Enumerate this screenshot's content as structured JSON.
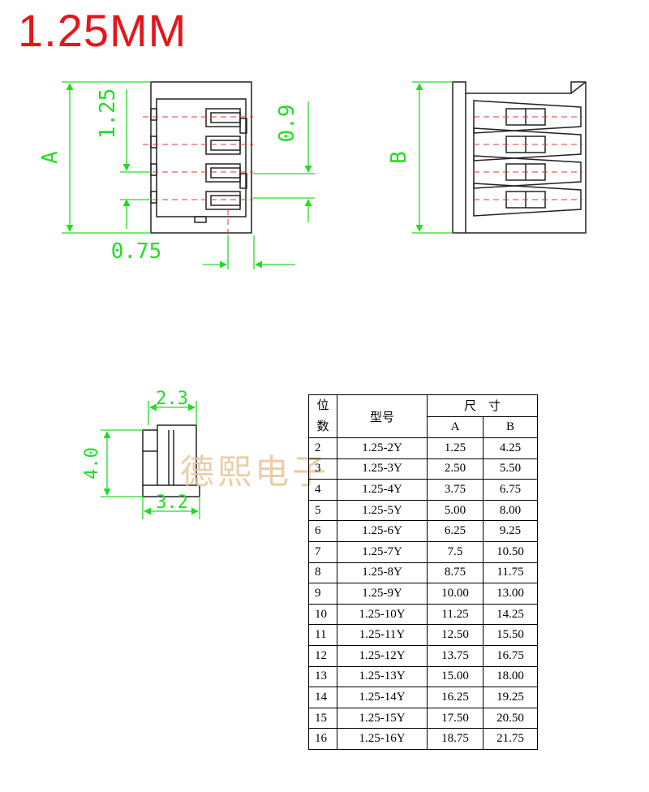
{
  "title": "1.25MM",
  "drawing": {
    "dim_a": "A",
    "dim_b": "B",
    "dim_1_25": "1.25",
    "dim_0_9": "0.9",
    "dim_0_75": "0.75",
    "dim_2_3": "2.3",
    "dim_4_0": "4.0",
    "dim_3_2": "3.2"
  },
  "watermark": "德熙电子",
  "table": {
    "header_pos_1": "位",
    "header_pos_2": "数",
    "header_model": "型号",
    "header_size": "尺　寸",
    "header_a": "A",
    "header_b": "B",
    "rows": [
      {
        "pos": "2",
        "model": "1.25-2Y",
        "a": "1.25",
        "b": "4.25"
      },
      {
        "pos": "3",
        "model": "1.25-3Y",
        "a": "2.50",
        "b": "5.50"
      },
      {
        "pos": "4",
        "model": "1.25-4Y",
        "a": "3.75",
        "b": "6.75"
      },
      {
        "pos": "5",
        "model": "1.25-5Y",
        "a": "5.00",
        "b": "8.00"
      },
      {
        "pos": "6",
        "model": "1.25-6Y",
        "a": "6.25",
        "b": "9.25"
      },
      {
        "pos": "7",
        "model": "1.25-7Y",
        "a": "7.5",
        "b": "10.50"
      },
      {
        "pos": "8",
        "model": "1.25-8Y",
        "a": "8.75",
        "b": "11.75"
      },
      {
        "pos": "9",
        "model": "1.25-9Y",
        "a": "10.00",
        "b": "13.00"
      },
      {
        "pos": "10",
        "model": "1.25-10Y",
        "a": "11.25",
        "b": "14.25"
      },
      {
        "pos": "11",
        "model": "1.25-11Y",
        "a": "12.50",
        "b": "15.50"
      },
      {
        "pos": "12",
        "model": "1.25-12Y",
        "a": "13.75",
        "b": "16.75"
      },
      {
        "pos": "13",
        "model": "1.25-13Y",
        "a": "15.00",
        "b": "18.00"
      },
      {
        "pos": "14",
        "model": "1.25-14Y",
        "a": "16.25",
        "b": "19.25"
      },
      {
        "pos": "15",
        "model": "1.25-15Y",
        "a": "17.50",
        "b": "20.50"
      },
      {
        "pos": "16",
        "model": "1.25-16Y",
        "a": "18.75",
        "b": "21.75"
      }
    ]
  },
  "colors": {
    "title": "#e8141b",
    "dimension": "#22dd22",
    "outline": "#222222",
    "centerline": "#e83333",
    "watermark": "#e6c69a"
  }
}
